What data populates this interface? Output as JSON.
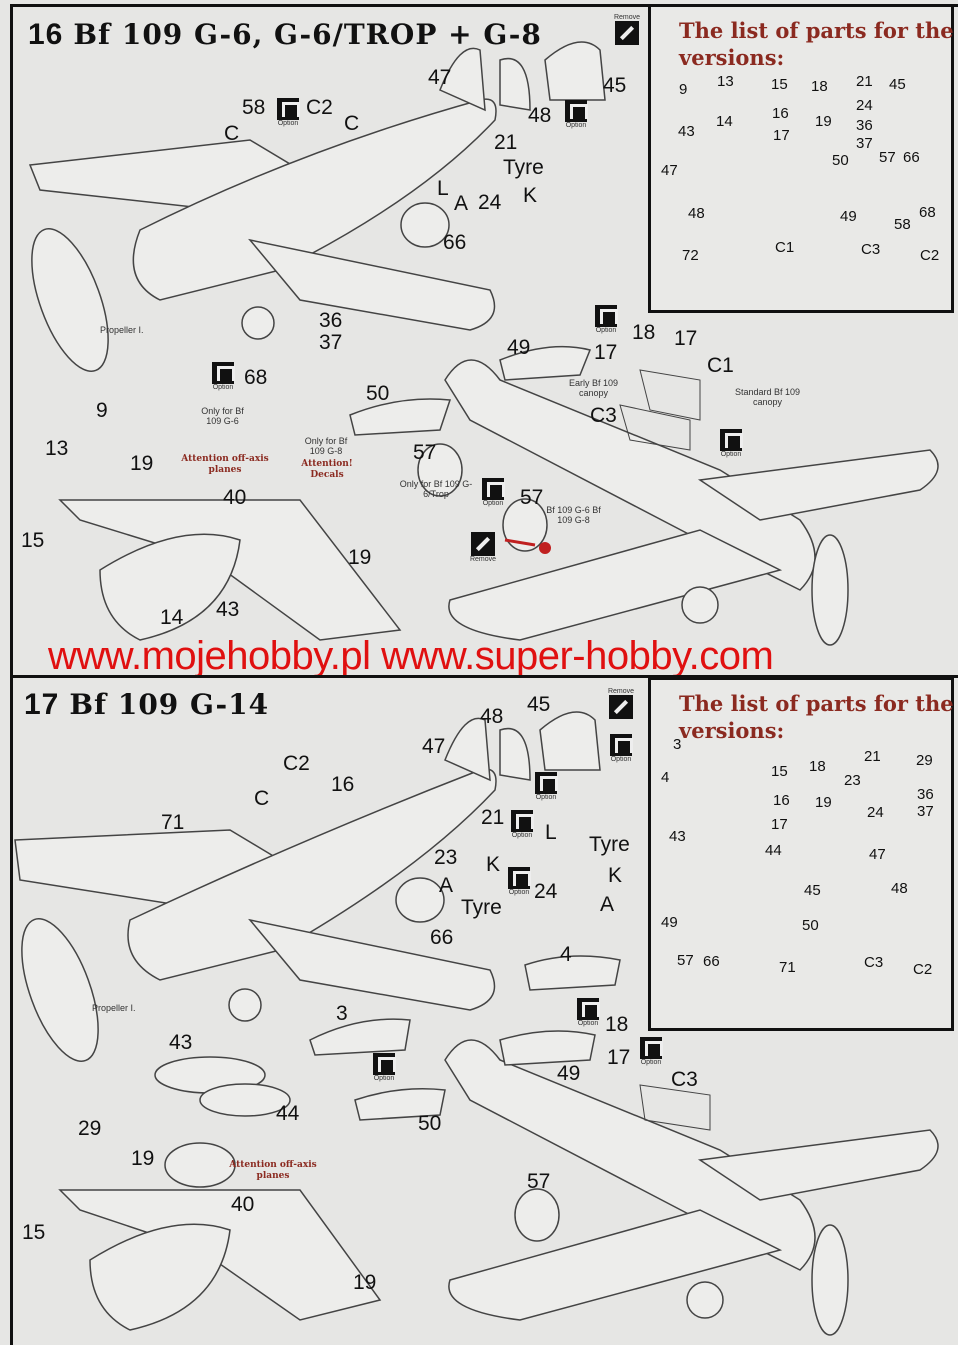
{
  "watermark": "www.mojehobby.pl www.super-hobby.com",
  "option_label": "Option",
  "remove_label": "Remove",
  "s16": {
    "step": "16",
    "title": "Bf 109 G-6, G-6/TROP + G-8",
    "callouts": [
      "47",
      "45",
      "48",
      "58",
      "C2",
      "C",
      "C",
      "21",
      "Tyre",
      "L",
      "K",
      "A",
      "24",
      "66",
      "36",
      "37",
      "68",
      "49",
      "17",
      "18",
      "17",
      "C1",
      "C3",
      "50",
      "9",
      "13",
      "19",
      "40",
      "15",
      "19",
      "14",
      "43",
      "57",
      "57"
    ],
    "notes": [
      "Propeller I.",
      "Early Bf 109 canopy",
      "Standard Bf 109 canopy",
      "Only for Bf 109 G-6",
      "Only for Bf 109 G-8",
      "Only for Bf 109 G-6/Trop",
      "Bf 109 G-6 Bf 109 G-8"
    ],
    "red_notes": [
      "Attention off-axis planes",
      "Attention! Decals"
    ],
    "parts_title": "The list of parts for the versions:",
    "parts": [
      "9",
      "13",
      "15",
      "18",
      "21",
      "45",
      "24",
      "16",
      "19",
      "43",
      "14",
      "17",
      "36",
      "37",
      "47",
      "50",
      "57",
      "66",
      "48",
      "49",
      "58",
      "68",
      "72",
      "C1",
      "C3",
      "C2"
    ]
  },
  "s17": {
    "step": "17",
    "title": "Bf 109 G-14",
    "callouts": [
      "45",
      "48",
      "47",
      "C2",
      "16",
      "C",
      "71",
      "21",
      "23",
      "K",
      "A",
      "Tyre",
      "L",
      "Tyre",
      "K",
      "A",
      "24",
      "66",
      "4",
      "3",
      "43",
      "44",
      "18",
      "17",
      "C3",
      "49",
      "50",
      "29",
      "19",
      "40",
      "15",
      "19",
      "57"
    ],
    "notes": [
      "Propeller I."
    ],
    "red_notes": [
      "Attention off-axis planes"
    ],
    "parts_title": "The list of parts for the versions:",
    "parts": [
      "3",
      "4",
      "15",
      "18",
      "21",
      "29",
      "23",
      "16",
      "19",
      "24",
      "36",
      "37",
      "17",
      "43",
      "44",
      "45",
      "47",
      "48",
      "49",
      "50",
      "57",
      "66",
      "71",
      "C3",
      "C2"
    ]
  }
}
